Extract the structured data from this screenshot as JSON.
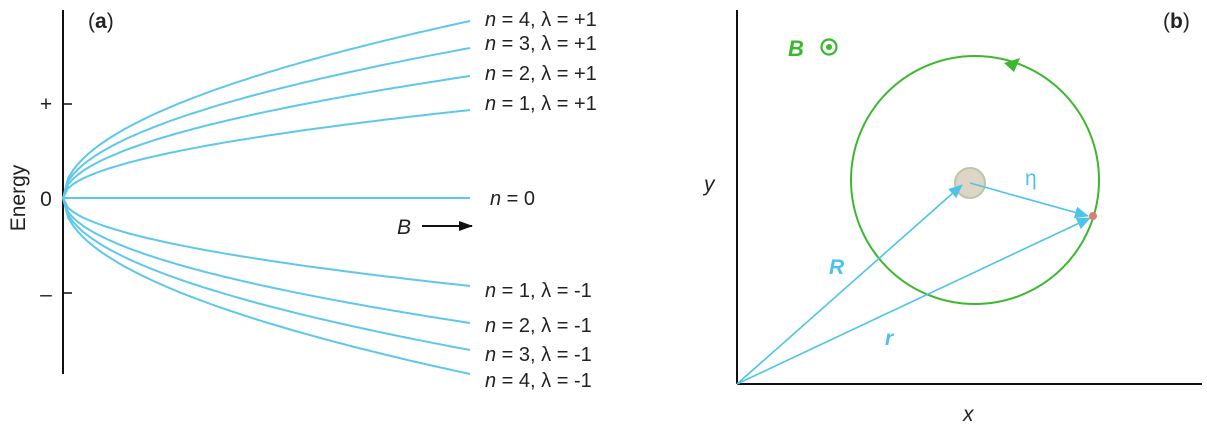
{
  "colors": {
    "level_line": "#5dc8ea",
    "vector": "#4cc4ea",
    "circle": "#3cb82e",
    "b_label": "#3cb82e",
    "center_disk_fill": "#ddd5c5",
    "center_disk_stroke": "#bcc6a8",
    "point": "#d98070",
    "axis": "#111111"
  },
  "panel_a": {
    "label_open": "(",
    "label_letter": "a",
    "label_close": ")",
    "y_axis_label": "Energy",
    "tick_plus": "+",
    "tick_zero": "0",
    "tick_minus": "–",
    "b_field_label": "B",
    "levels": [
      {
        "n": "4",
        "lambda": "+1",
        "sign": 1,
        "k": 4
      },
      {
        "n": "3",
        "lambda": "+1",
        "sign": 1,
        "k": 3
      },
      {
        "n": "2",
        "lambda": "+1",
        "sign": 1,
        "k": 2
      },
      {
        "n": "1",
        "lambda": "+1",
        "sign": 1,
        "k": 1
      },
      {
        "n": "0",
        "lambda": "",
        "sign": 0,
        "k": 0
      },
      {
        "n": "1",
        "lambda": "-1",
        "sign": -1,
        "k": 1
      },
      {
        "n": "2",
        "lambda": "-1",
        "sign": -1,
        "k": 2
      },
      {
        "n": "3",
        "lambda": "-1",
        "sign": -1,
        "k": 3
      },
      {
        "n": "4",
        "lambda": "-1",
        "sign": -1,
        "k": 4
      }
    ]
  },
  "panel_b": {
    "label_open": "(",
    "label_letter": "b",
    "label_close": ")",
    "x_axis_label": "x",
    "y_axis_label": "y",
    "b_label": "B",
    "vector_R": "R",
    "vector_r": "r",
    "vector_eta": "η"
  }
}
